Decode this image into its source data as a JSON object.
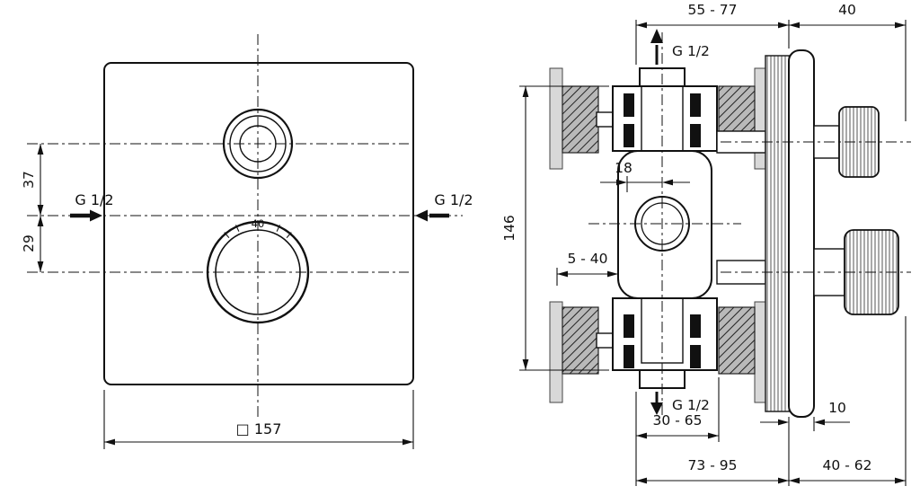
{
  "front_view": {
    "dim_width": "□ 157",
    "dim_upper": "37",
    "dim_lower": "29",
    "port_left": "G 1/2",
    "port_right": "G 1/2",
    "temp_mark": "40"
  },
  "side_view": {
    "dim_depth": "55 - 77",
    "dim_trim": "40",
    "port_top": "G 1/2",
    "port_bottom": "G 1/2",
    "dim_offset": "18",
    "dim_height": "146",
    "dim_adjust": "5 - 40",
    "dim_rough_in": "30 - 65",
    "dim_plate": "10",
    "dim_total": "73 - 95",
    "dim_front": "40 - 62"
  }
}
